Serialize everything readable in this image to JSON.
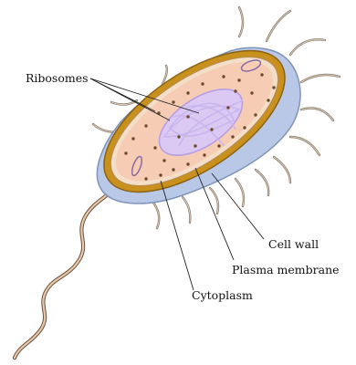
{
  "labels": {
    "ribosomes": "Ribosomes",
    "cell_wall": "Cell wall",
    "plasma_membrane": "Plasma membrane",
    "cytoplasm": "Cytoplasm"
  },
  "colors": {
    "capsule": "#b9c8e6",
    "capsule_edge": "#7f93bb",
    "cell_wall": "#c8901c",
    "cell_wall_edge": "#8a6214",
    "membrane": "#f3dfc8",
    "cytoplasm": "#f6cdb4",
    "nucleoid": "#c9b6ee",
    "ribosome": "#6b4a2c",
    "flagellum": "#e8c7a8",
    "pilus": "#8a7866"
  }
}
